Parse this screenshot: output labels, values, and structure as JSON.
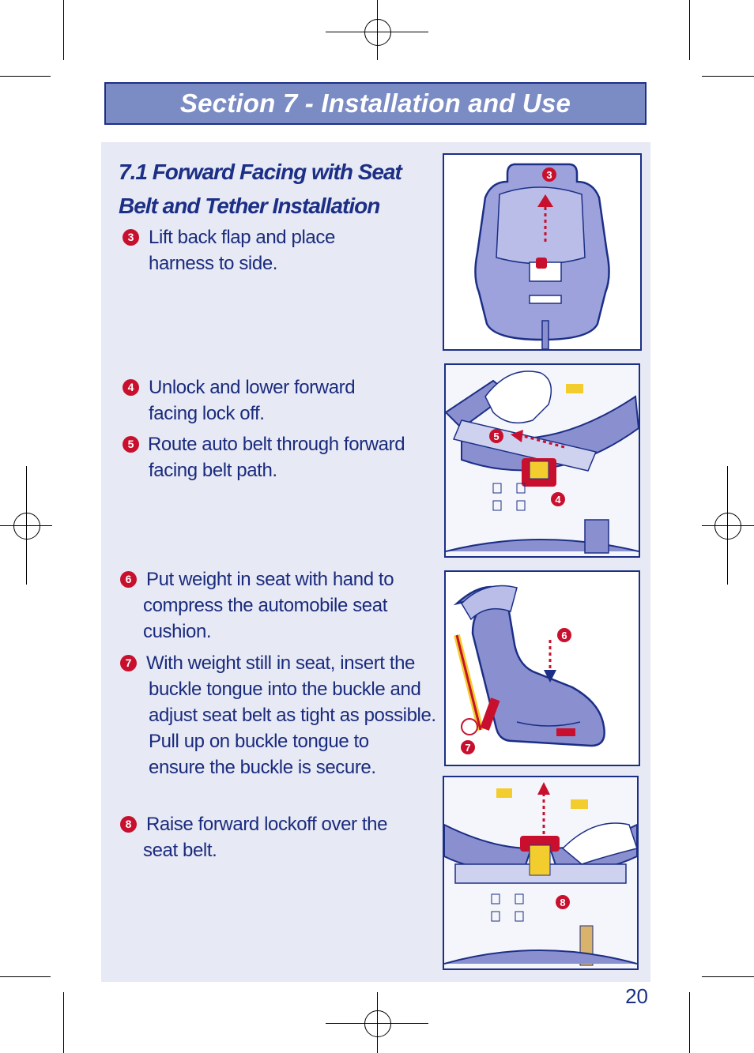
{
  "section": {
    "title": "Section 7 - Installation and Use"
  },
  "heading": {
    "line1": "7.1  Forward Facing with Seat",
    "line2": "Belt and Tether Installation"
  },
  "steps": [
    {
      "number": "3",
      "lines": [
        "Lift back flap and place",
        "harness to side."
      ]
    },
    {
      "number": "4",
      "lines": [
        "Unlock and lower forward",
        "facing lock off."
      ]
    },
    {
      "number": "5",
      "lines": [
        "Route auto belt through forward",
        "facing belt path."
      ]
    },
    {
      "number": "6",
      "lines": [
        "Put weight in seat with hand to",
        "compress the automobile seat",
        "cushion."
      ]
    },
    {
      "number": "7",
      "lines": [
        "With weight still in seat, insert the",
        "buckle tongue into the buckle and",
        "adjust seat belt as tight as possible.",
        "Pull up on buckle tongue to",
        "ensure the buckle is secure."
      ]
    },
    {
      "number": "8",
      "lines": [
        "Raise forward lockoff over the",
        "seat belt."
      ]
    }
  ],
  "figures": [
    {
      "callouts": [
        "3"
      ]
    },
    {
      "callouts": [
        "5",
        "4"
      ]
    },
    {
      "callouts": [
        "6",
        "7"
      ]
    },
    {
      "callouts": [
        "8"
      ]
    }
  ],
  "page": {
    "number": "20"
  },
  "colors": {
    "brand_blue": "#1c2f86",
    "banner_fill": "#7b8cc4",
    "panel_bg": "#e7e9f4",
    "callout_red": "#c8102e",
    "seat_purple": "#8a8fd0",
    "latch_yellow": "#f2cd2d"
  }
}
